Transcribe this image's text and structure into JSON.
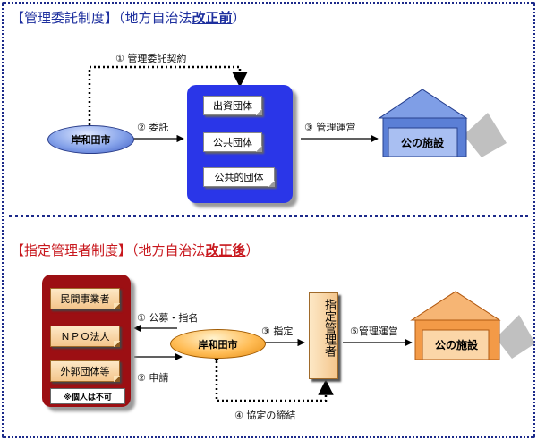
{
  "top": {
    "heading_main": "【管理委託制度】（地方自治法",
    "heading_emph": "改正前",
    "heading_end": "）",
    "city": "岸和田市",
    "step1": "① 管理委託契約",
    "step2": "② 委託",
    "step3": "③ 管理運営",
    "orgs": [
      "出資団体",
      "公共団体",
      "公共的団体"
    ],
    "facility": "公の施設"
  },
  "bottom": {
    "heading_main": "【指定管理者制度】（地方自治法",
    "heading_emph": "改正後",
    "heading_end": "）",
    "city": "岸和田市",
    "orgs": [
      "民間事業者",
      "ＮＰＯ法人",
      "外郭団体等"
    ],
    "note": "※個人は不可",
    "step1": "① 公募・指名",
    "step2": "② 申請",
    "step3": "③ 指定",
    "step4": "④ 協定の締結",
    "step5": "⑤管理運営",
    "designated": "指定管理者",
    "facility": "公の施設"
  },
  "colors": {
    "frame": "#1c2a8a",
    "top_heading": "#1d2f9e",
    "bottom_heading": "#c8171d",
    "top_orgs_box": "#2a36e8",
    "bottom_orgs_box": "#9c0f13",
    "top_house": "#5b7fd6",
    "bottom_house": "#f39a47"
  }
}
